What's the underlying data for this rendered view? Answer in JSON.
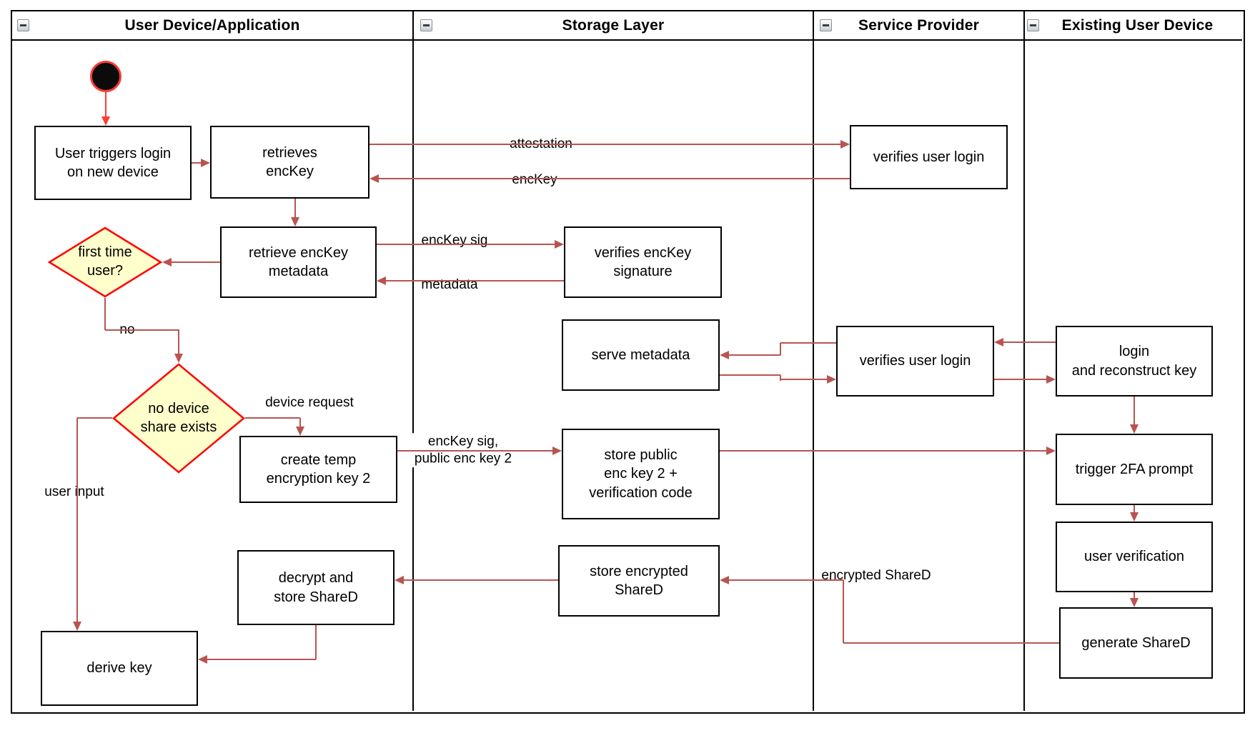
{
  "lanes": [
    {
      "title": "User Device/Application"
    },
    {
      "title": "Storage Layer"
    },
    {
      "title": "Service Provider"
    },
    {
      "title": "Existing User Device"
    }
  ],
  "nodes": {
    "user_triggers": {
      "label": "User triggers login\non new device"
    },
    "retrieves_enckey": {
      "label": "retrieves\nencKey"
    },
    "retrieve_metadata": {
      "label": "retrieve encKey\nmetadata"
    },
    "first_time_user": {
      "label": "first time\nuser?"
    },
    "no_device_share": {
      "label": "no device\nshare exists"
    },
    "create_temp_key": {
      "label": "create temp\nencryption key 2"
    },
    "decrypt_store_shared": {
      "label": "decrypt and\nstore ShareD"
    },
    "derive_key": {
      "label": "derive key"
    },
    "verifies_enckey_signature": {
      "label": "verifies encKey\nsignature"
    },
    "serve_metadata": {
      "label": "serve metadata"
    },
    "store_public_key": {
      "label": "store public\nenc key 2 +\nverification code"
    },
    "store_encrypted_shared": {
      "label": "store encrypted\nShareD"
    },
    "sp_verifies_login_top": {
      "label": "verifies user login"
    },
    "sp_verifies_login_mid": {
      "label": "verifies user login"
    },
    "login_reconstruct": {
      "label": "login\nand reconstruct key"
    },
    "trigger_2fa": {
      "label": "trigger 2FA prompt"
    },
    "user_verification": {
      "label": "user verification"
    },
    "generate_shared": {
      "label": "generate ShareD"
    }
  },
  "edge_labels": {
    "attestation": "attestation",
    "enckey": "encKey",
    "enckey_sig": "encKey sig",
    "metadata": "metadata",
    "no": "no",
    "device_request": "device request",
    "enckey_sig_public_key": "encKey sig,\npublic enc key 2",
    "user_input": "user input",
    "encrypted_shared": "encrypted ShareD"
  },
  "colors": {
    "connector": "#b85450",
    "start_arrow": "#ff3b30",
    "decision_border": "#ff0000",
    "decision_fill": "#ffffcc",
    "shape_border": "#000000",
    "shape_fill": "#ffffff",
    "frame_border": "#000000"
  }
}
